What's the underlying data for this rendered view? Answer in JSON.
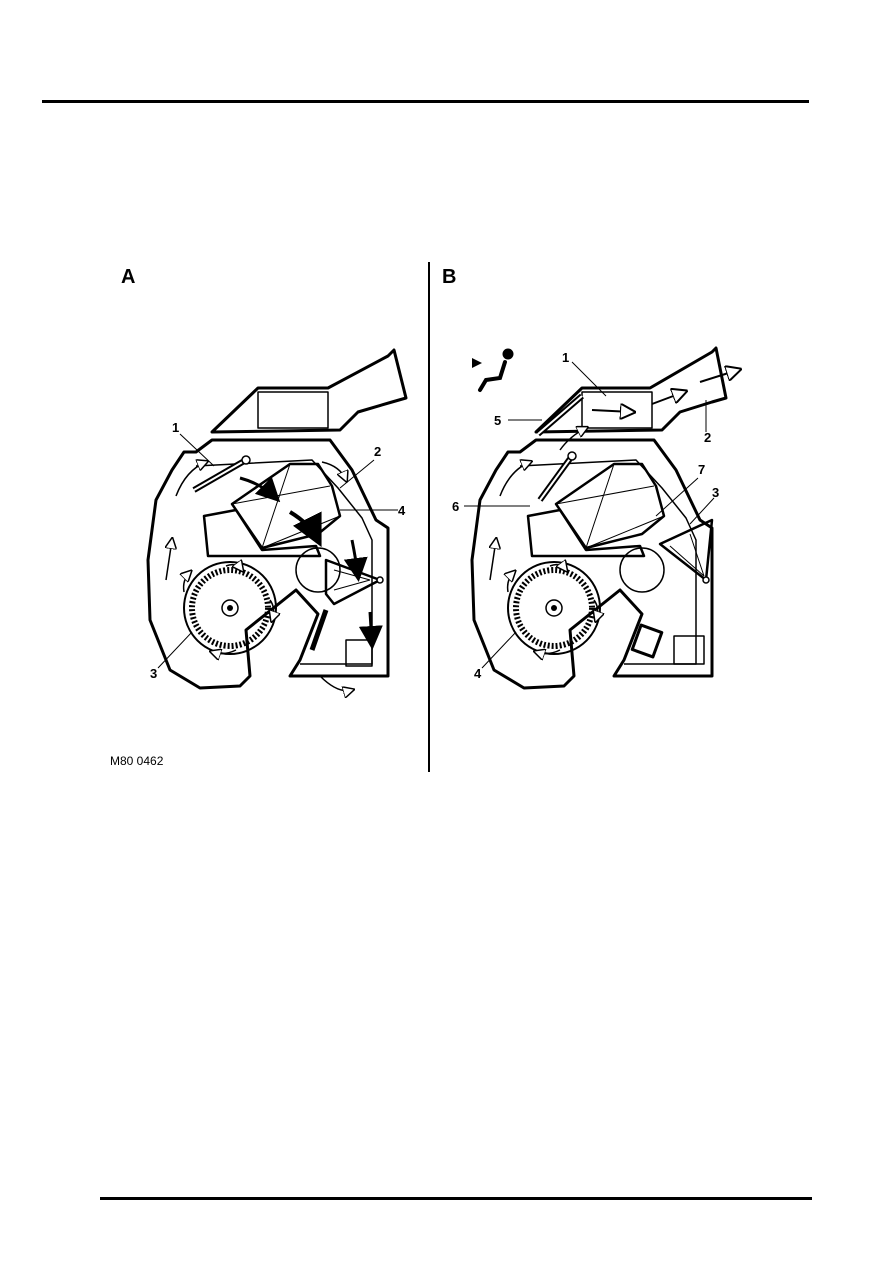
{
  "panels": {
    "a": {
      "letter": "A",
      "callouts": [
        "1",
        "2",
        "3",
        "4"
      ]
    },
    "b": {
      "letter": "B",
      "callouts": [
        "1",
        "2",
        "3",
        "4",
        "5",
        "6",
        "7"
      ]
    }
  },
  "figure_code": "M80 0462",
  "icons": [
    "seated-occupant-icon",
    "direction-pointer-icon"
  ],
  "colors": {
    "line": "#000000",
    "background": "#ffffff"
  }
}
